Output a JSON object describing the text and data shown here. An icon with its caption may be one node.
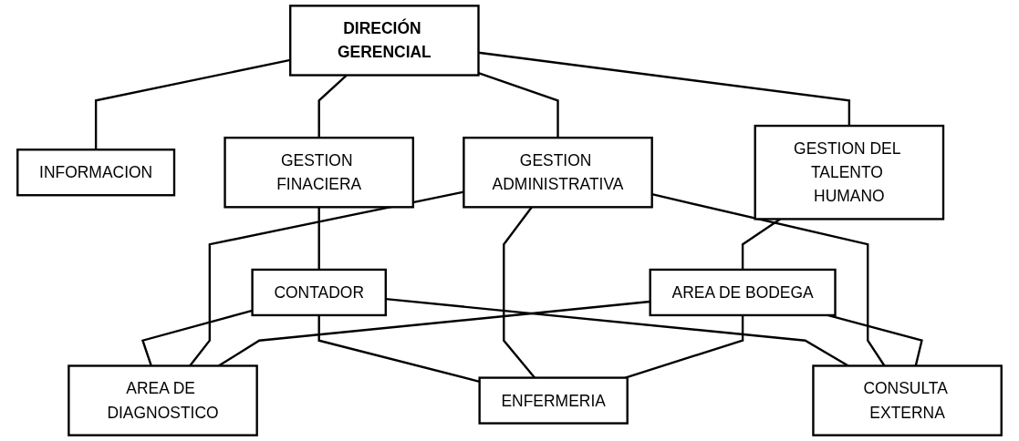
{
  "diagram": {
    "nodes": [
      {
        "text": [
          "DIRECIÓN GERENCIAL"
        ]
      },
      {
        "text": [
          "INFORMACION"
        ]
      },
      {
        "text": [
          "GESTION FINACIERA"
        ]
      },
      {
        "text": [
          "GESTION ADMINISTRATIVA"
        ]
      },
      {
        "text": [
          "GESTION DEL TALENTO HUMANO"
        ]
      },
      {
        "text": [
          "CONTADOR"
        ]
      },
      {
        "text": [
          "AREA DE BODEGA"
        ]
      },
      {
        "text": [
          "AREA DE DIAGNOSTICO"
        ]
      },
      {
        "text": [
          "ENFERMERIA"
        ]
      },
      {
        "text": [
          "CONSULTA EXTERNA"
        ]
      }
    ],
    "edges": [
      {
        "from": 0,
        "to": 1,
        "arrow": "none"
      },
      {
        "from": 0,
        "to": 2,
        "arrow": "none"
      },
      {
        "from": 0,
        "to": 3,
        "arrow": "none"
      },
      {
        "from": 0,
        "to": 4,
        "arrow": "none"
      },
      {
        "from": 2,
        "to": 5,
        "arrow": "none"
      },
      {
        "from": 4,
        "to": 6,
        "arrow": "none"
      },
      {
        "from": 5,
        "to": 7,
        "arrow": "none"
      },
      {
        "from": 5,
        "to": 8,
        "arrow": "none"
      },
      {
        "from": 5,
        "to": 9,
        "arrow": "none"
      },
      {
        "from": 3,
        "to": 7,
        "arrow": "none"
      },
      {
        "from": 3,
        "to": 8,
        "arrow": "none"
      },
      {
        "from": 3,
        "to": 9,
        "arrow": "none"
      },
      {
        "from": 6,
        "to": 7,
        "arrow": "none"
      },
      {
        "from": 6,
        "to": 8,
        "arrow": "none"
      },
      {
        "from": 6,
        "to": 9,
        "arrow": "none"
      }
    ]
  }
}
